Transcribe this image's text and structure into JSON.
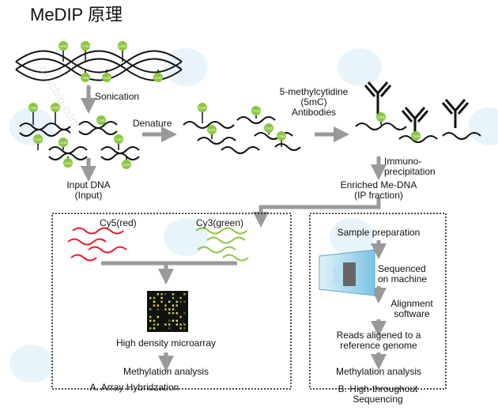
{
  "title": "MeDIP 原理",
  "methyl_tag": "CH3",
  "steps": {
    "sonication": "Sonication",
    "denature": "Denature",
    "antibody": [
      "5-methylcytidine",
      "(5mC)",
      "Antibodies"
    ],
    "ip": [
      "Immuno-",
      "precipitation"
    ],
    "input_dna": [
      "Input DNA",
      "(Input)"
    ],
    "enriched": [
      "Enriched Me-DNA",
      "(IP fraction)"
    ]
  },
  "array_panel": {
    "cy5": "Cy5(red)",
    "cy3": "Cy3(green)",
    "microarray": "High density microarray",
    "analysis": "Methylation analysis",
    "caption": "A. Array Hybridzation"
  },
  "seq_panel": {
    "sample_prep": "Sample preparation",
    "sequenced": [
      "Sequenced",
      "on machine"
    ],
    "alignment": [
      "Alignment",
      "software"
    ],
    "reads": [
      "Reads aligened to a",
      "reference genome"
    ],
    "analysis": "Methylation analysis",
    "caption": [
      "B. High-throughout",
      "Sequencing"
    ]
  },
  "watermark_text": "gzscbio.com",
  "colors": {
    "methyl_green": "#8cc63f",
    "cy5_red": "#e8192c",
    "cy3_green": "#8cc63f",
    "arrow_gray": "#999999",
    "strand": "#111111"
  }
}
